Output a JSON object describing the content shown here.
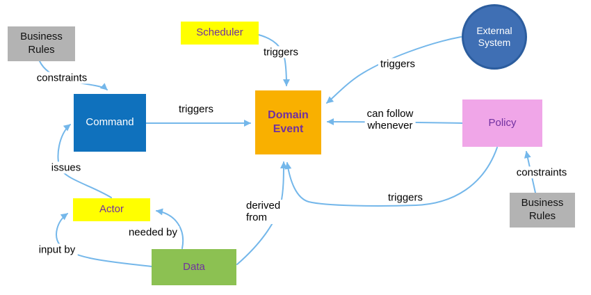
{
  "colors": {
    "arrow": "#74b7ea",
    "gray_box": "#b3b3b3",
    "yellow_box": "#ffff00",
    "blue_box": "#0f71bd",
    "circle_fill": "#3f6fb4",
    "circle_border": "#2c5d9e",
    "orange_box": "#f9b000",
    "pink_box": "#f0a6e8",
    "green_box": "#8cc152",
    "purple_text": "#7030a0",
    "white_text": "#ffffff",
    "label_text": "#000000"
  },
  "nodes": {
    "business_rules_top": {
      "lines": [
        "Business",
        "Rules"
      ]
    },
    "scheduler": {
      "label": "Scheduler"
    },
    "external_system": {
      "lines": [
        "External",
        "System"
      ]
    },
    "command": {
      "label": "Command"
    },
    "domain_event": {
      "lines": [
        "Domain",
        "Event"
      ]
    },
    "policy": {
      "label": "Policy"
    },
    "business_rules_bottom": {
      "lines": [
        "Business",
        "Rules"
      ]
    },
    "actor": {
      "label": "Actor"
    },
    "data": {
      "label": "Data"
    }
  },
  "edges": {
    "constraints_top": {
      "label": "constraints",
      "from": "business_rules_top",
      "to": "command"
    },
    "scheduler_triggers": {
      "label": "triggers",
      "from": "scheduler",
      "to": "domain_event"
    },
    "command_triggers": {
      "label": "triggers",
      "from": "command",
      "to": "domain_event"
    },
    "external_triggers": {
      "label": "triggers",
      "from": "external_system",
      "to": "domain_event"
    },
    "can_follow": {
      "lines": [
        "can follow",
        "whenever"
      ],
      "from": "policy",
      "to": "domain_event"
    },
    "policy_triggers": {
      "label": "triggers",
      "from": "policy",
      "to": "domain_event"
    },
    "constraints_bottom": {
      "label": "constraints",
      "from": "business_rules_bottom",
      "to": "policy"
    },
    "issues": {
      "label": "issues",
      "from": "actor",
      "to": "command"
    },
    "needed_by": {
      "label": "needed by",
      "from": "data",
      "to": "actor"
    },
    "input_by": {
      "label": "input by",
      "from": "data",
      "to": "actor"
    },
    "derived_from": {
      "lines": [
        "derived",
        "from"
      ],
      "from": "data",
      "to": "domain_event"
    }
  }
}
